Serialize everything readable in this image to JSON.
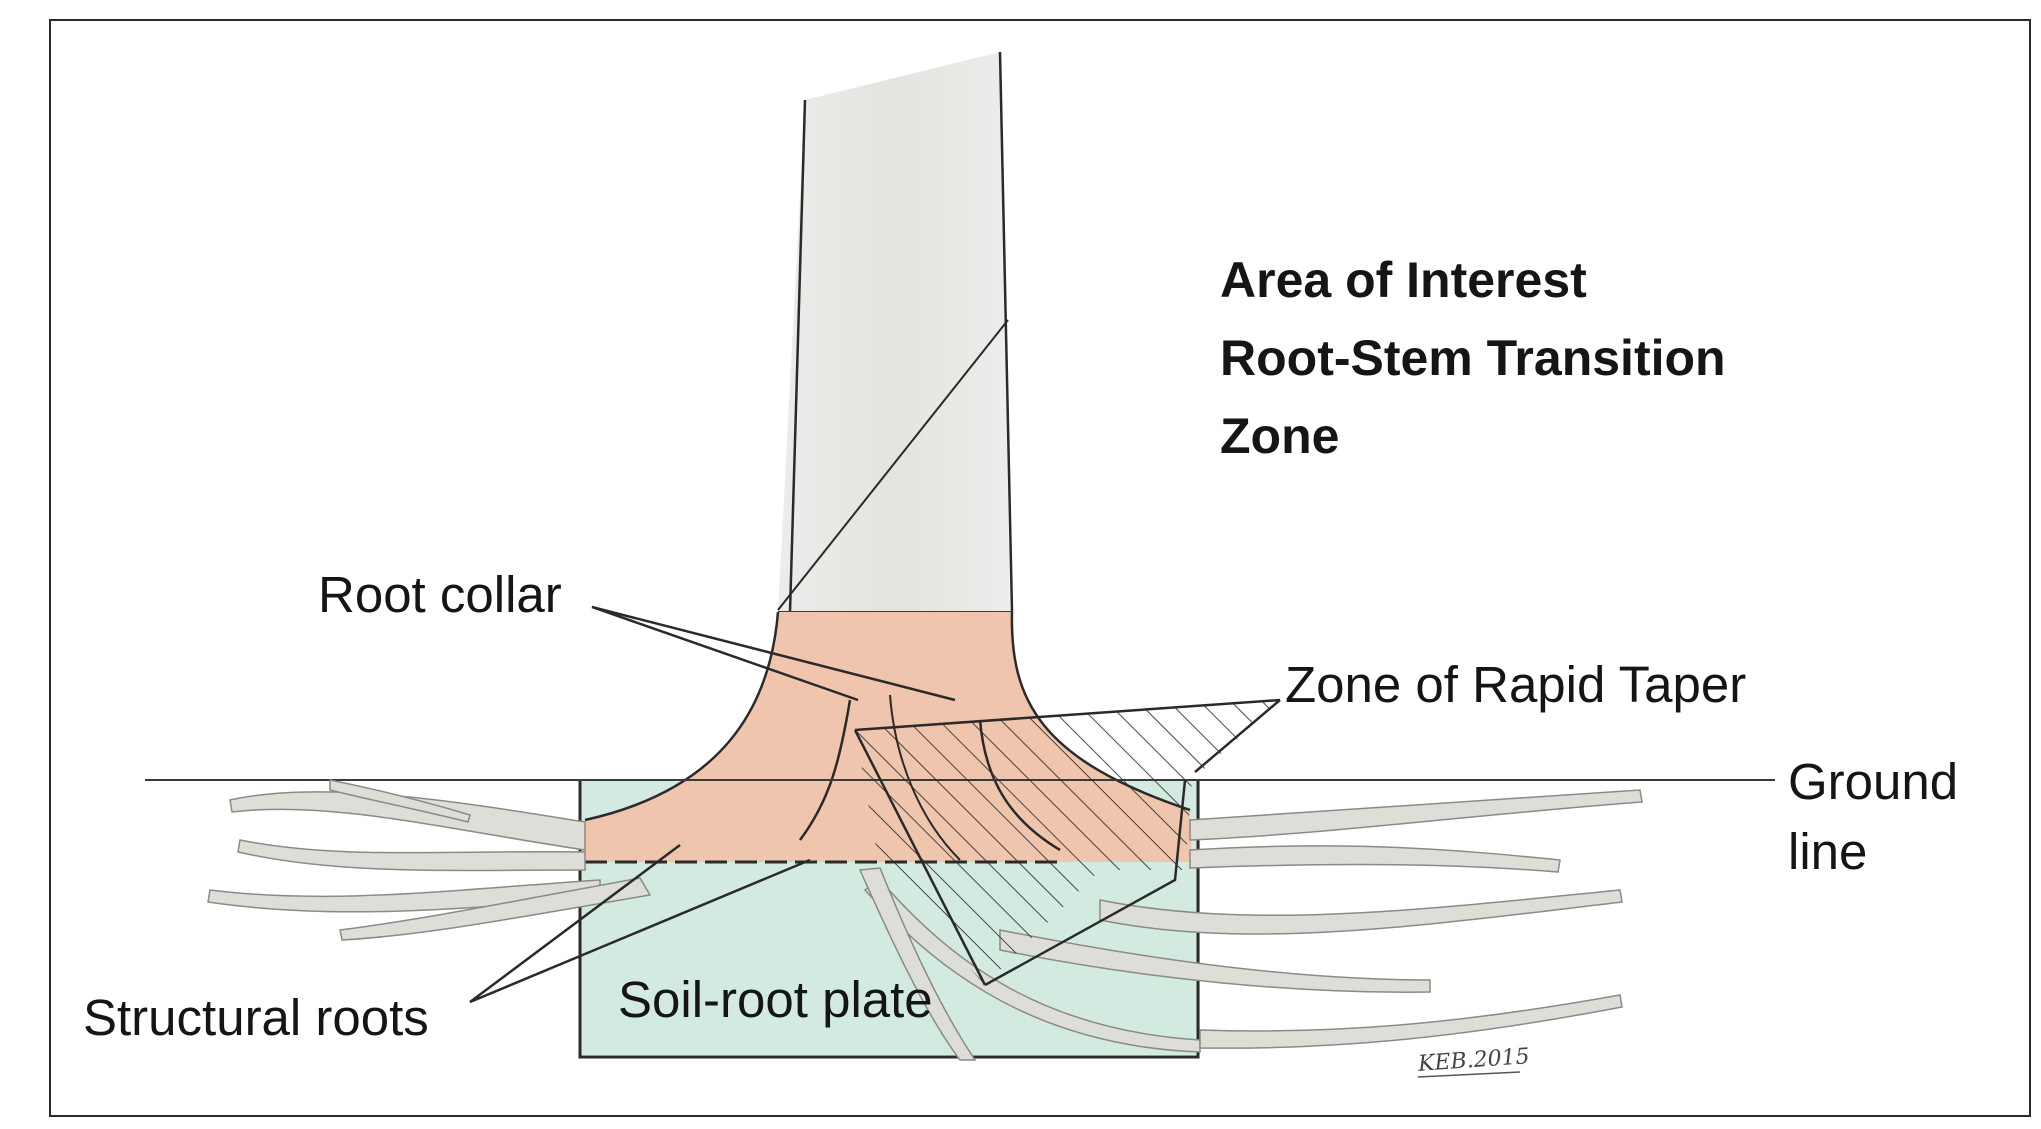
{
  "title": {
    "line1": "Area of Interest",
    "line2": "Root-Stem Transition",
    "line3": "Zone"
  },
  "labels": {
    "root_collar": "Root collar",
    "rapid_taper": "Zone of Rapid Taper",
    "ground_line_1": "Ground",
    "ground_line_2": "line",
    "structural_roots": "Structural roots",
    "soil_root_plate": "Soil-root plate"
  },
  "signature": "KEB.2015",
  "colors": {
    "trunk": "#e6e6e4",
    "collar": "#edc2aa",
    "soil_plate": "#cfe8dc",
    "roots": "#dcdcd8",
    "ink": "#2a2a2a"
  }
}
